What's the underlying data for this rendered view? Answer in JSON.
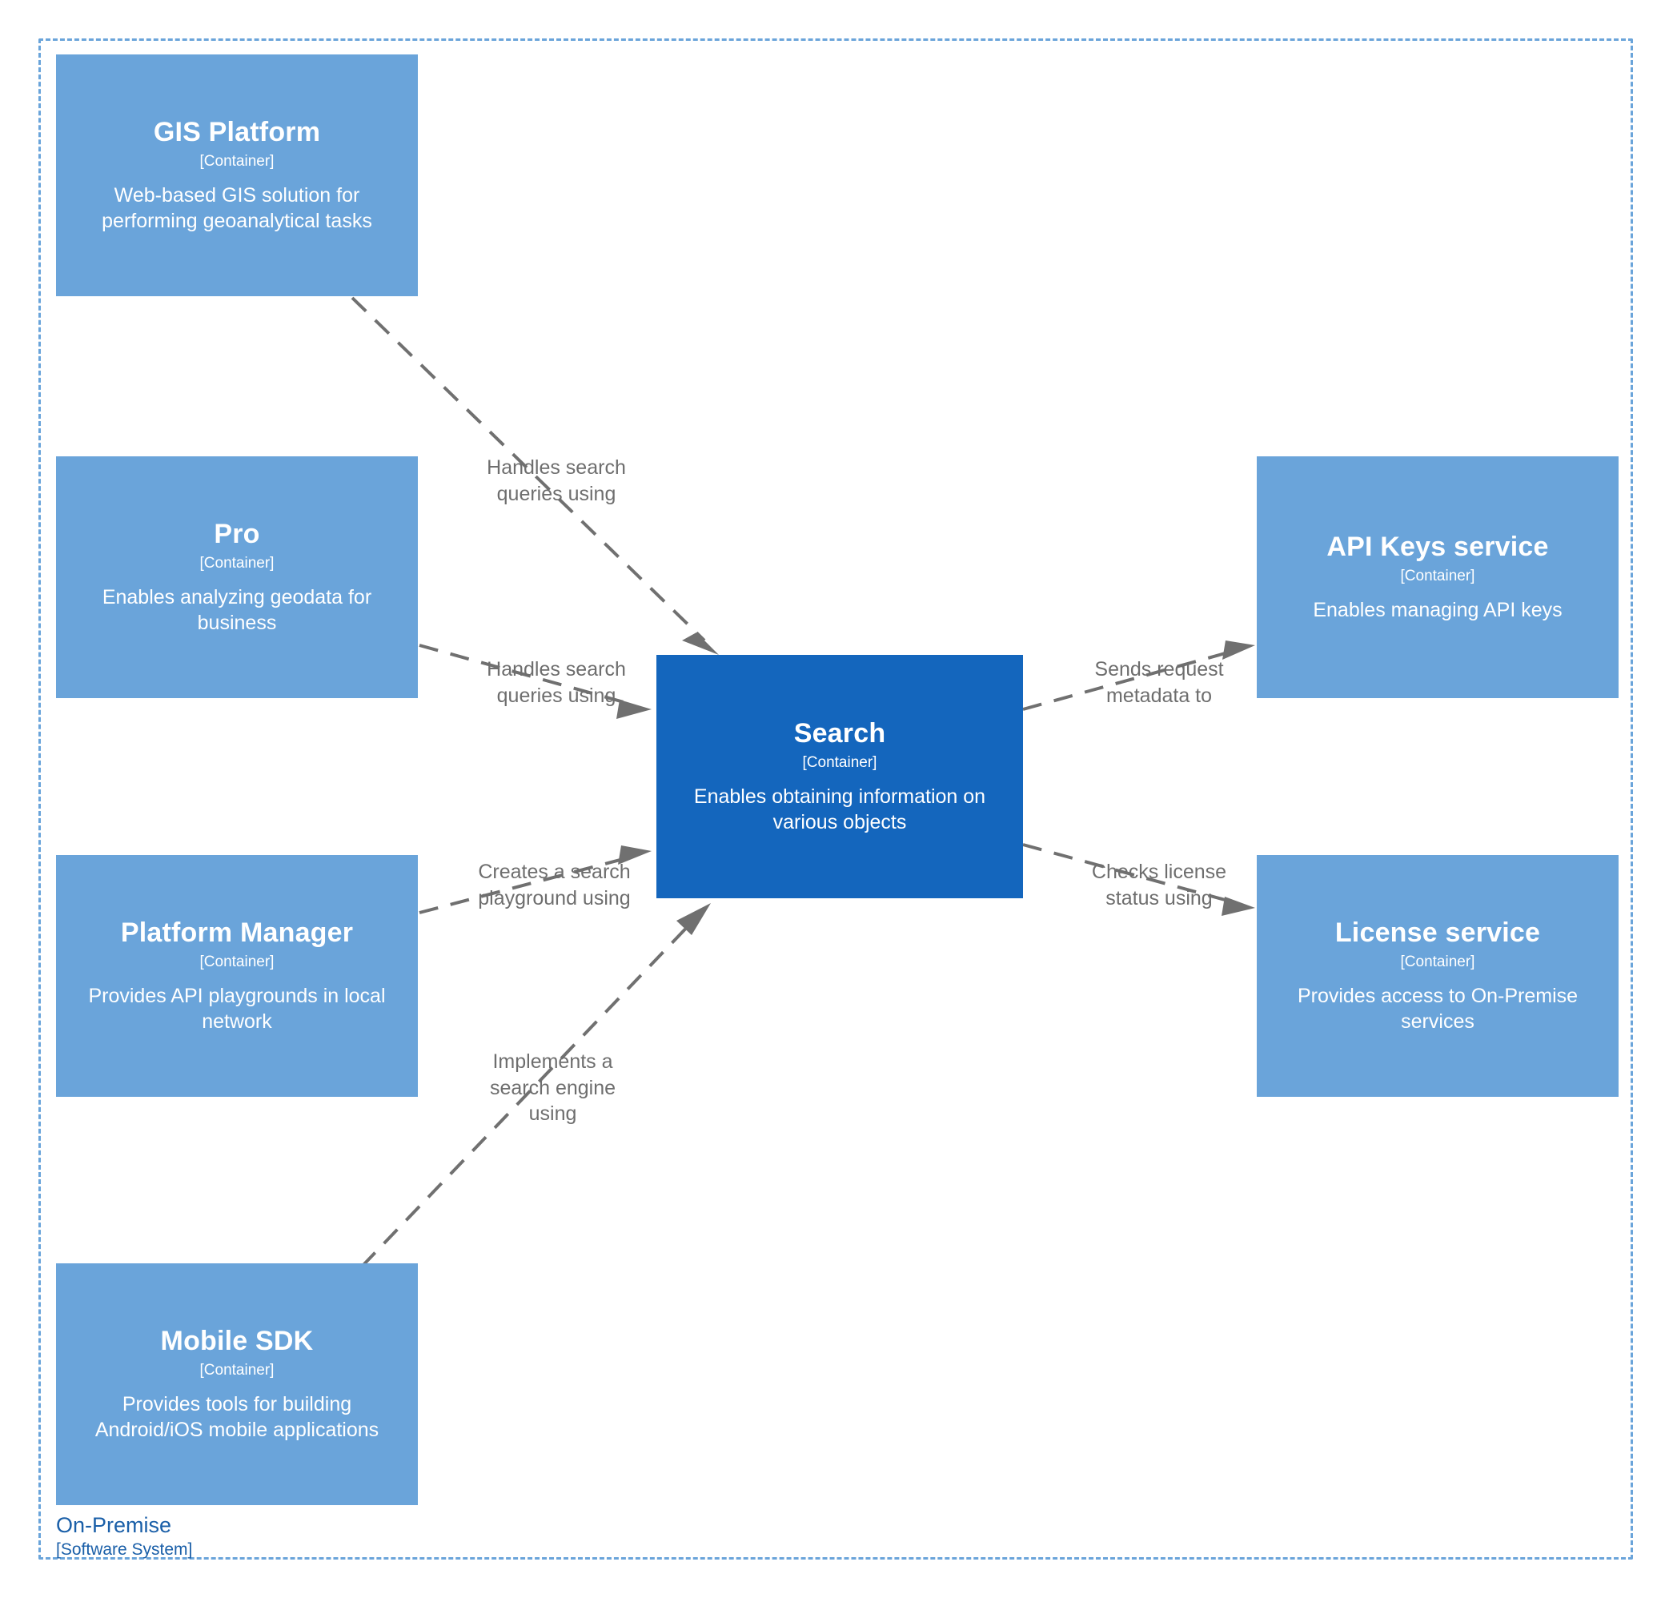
{
  "diagram": {
    "type": "c4-container-diagram",
    "boundary": {
      "name": "On-Premise",
      "type_label": "[Software System]",
      "style": "dashed",
      "color": "#6AA4DA"
    },
    "colors": {
      "container_fill": "#6AA4DA",
      "focus_container_fill": "#1466BD",
      "container_text": "#FFFFFF",
      "relationship_line": "#707070",
      "relationship_text": "#6E6E6E",
      "boundary_text": "#1A5FA8"
    }
  },
  "nodes": [
    {
      "id": "gis-platform",
      "title": "GIS Platform",
      "type_label": "[Container]",
      "description": "Web-based GIS solution for performing geoanalytical tasks",
      "emphasis": "normal"
    },
    {
      "id": "pro",
      "title": "Pro",
      "type_label": "[Container]",
      "description": "Enables analyzing geodata for business",
      "emphasis": "normal"
    },
    {
      "id": "platform-manager",
      "title": "Platform Manager",
      "type_label": "[Container]",
      "description": "Provides API playgrounds in local network",
      "emphasis": "normal"
    },
    {
      "id": "mobile-sdk",
      "title": "Mobile SDK",
      "type_label": "[Container]",
      "description": "Provides tools for building Android/iOS mobile applications",
      "emphasis": "normal"
    },
    {
      "id": "search",
      "title": "Search",
      "type_label": "[Container]",
      "description": "Enables obtaining information on various objects",
      "emphasis": "focus"
    },
    {
      "id": "api-keys-service",
      "title": "API Keys service",
      "type_label": "[Container]",
      "description": "Enables managing API keys",
      "emphasis": "normal"
    },
    {
      "id": "license-service",
      "title": "License service",
      "type_label": "[Container]",
      "description": "Provides access to On-Premise services",
      "emphasis": "normal"
    }
  ],
  "relationships": [
    {
      "id": "rel-gis-search",
      "from": "gis-platform",
      "to": "search",
      "label": "Handles search\nqueries using"
    },
    {
      "id": "rel-pro-search",
      "from": "pro",
      "to": "search",
      "label": "Handles search\nqueries using"
    },
    {
      "id": "rel-pm-search",
      "from": "platform-manager",
      "to": "search",
      "label": "Creates a search\nplayground using"
    },
    {
      "id": "rel-sdk-search",
      "from": "mobile-sdk",
      "to": "search",
      "label": "Implements a\nsearch engine\nusing"
    },
    {
      "id": "rel-search-apikeys",
      "from": "search",
      "to": "api-keys-service",
      "label": "Sends request\nmetadata to"
    },
    {
      "id": "rel-search-license",
      "from": "search",
      "to": "license-service",
      "label": "Checks license\nstatus using"
    }
  ]
}
